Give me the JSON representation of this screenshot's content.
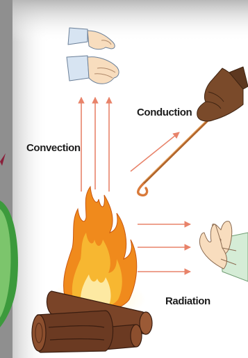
{
  "labels": {
    "convection": "Convection",
    "conduction": "Conduction",
    "radiation": "Radiation"
  },
  "colors": {
    "arrow": "#e8836a",
    "poker": "#d97a3a",
    "flame_outer": "#f08a1c",
    "flame_mid": "#f7b731",
    "flame_inner": "#fde9a2",
    "log": "#6b3a22",
    "skin": "#f8ddbe",
    "sleeve_blue": "#d7e4f2",
    "glove": "#7a4a2a",
    "sleeve_green": "#d5ecd6"
  }
}
